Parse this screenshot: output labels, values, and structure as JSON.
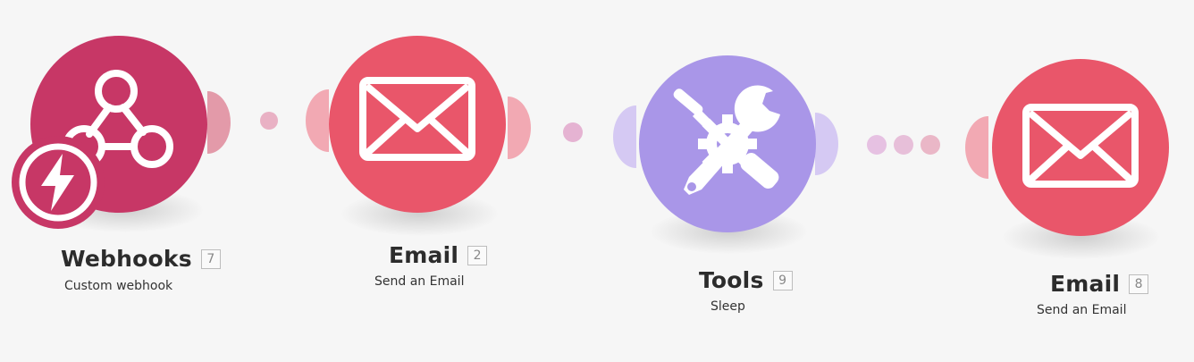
{
  "scenario": {
    "modules": [
      {
        "app": "Webhooks",
        "id": "7",
        "action": "Custom webhook",
        "icon": "webhook-icon",
        "badge_icon": "instant-trigger-bolt-icon",
        "color": "#c73766"
      },
      {
        "app": "Email",
        "id": "2",
        "action": "Send an Email",
        "icon": "envelope-icon",
        "color": "#e9566a"
      },
      {
        "app": "Tools",
        "id": "9",
        "action": "Sleep",
        "icon": "tools-icon",
        "color": "#a996e8"
      },
      {
        "app": "Email",
        "id": "8",
        "action": "Send an Email",
        "icon": "envelope-icon",
        "color": "#e9566a"
      }
    ],
    "connector_colors": {
      "webhooks": "#e39aa9",
      "email": "#f2a9b3",
      "tools": "#d5c9f3",
      "dot": "#e2b8cf"
    }
  }
}
